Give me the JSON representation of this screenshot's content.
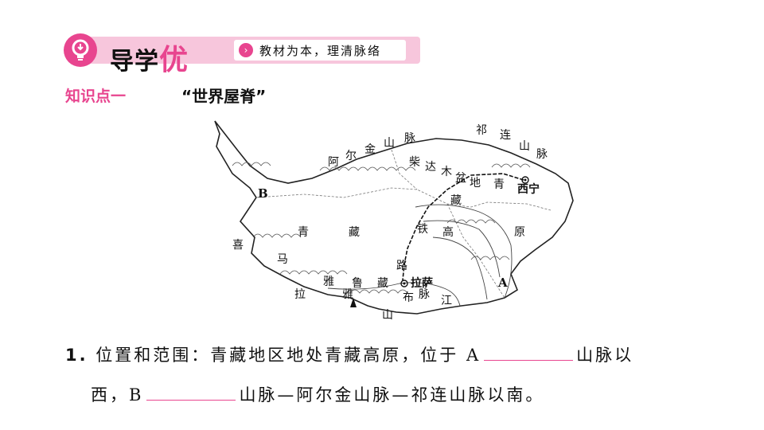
{
  "header": {
    "title_main": "导学",
    "title_accent": "优",
    "motto": "教材为本，理清脉络",
    "arrow_glyph": "›",
    "bulb_glyph": "💡"
  },
  "section": {
    "label": "知识点一",
    "title": "“世界屋脊”"
  },
  "map_labels": {
    "altun": [
      "阿",
      "尔",
      "金",
      "山",
      "脉"
    ],
    "qilian": [
      "祁",
      "连",
      "山",
      "脉"
    ],
    "qaidam": [
      "柴",
      "达",
      "木",
      "盆",
      "地"
    ],
    "qing_small": "青",
    "zang_small": "藏",
    "plateau": [
      "青",
      "藏",
      "高",
      "原"
    ],
    "railway": [
      "铁",
      "路"
    ],
    "himalaya": [
      "喜",
      "马",
      "拉",
      "雅",
      "山"
    ],
    "yarlung": [
      "雅",
      "鲁",
      "藏",
      "布",
      "江"
    ],
    "xining": "西宁",
    "lhasa": "拉萨",
    "point_a": "A",
    "point_b": "B",
    "mai": "脉"
  },
  "question": {
    "number": "1.",
    "line1_prefix": "位置和范围：青藏地区地处青藏高原，位于",
    "letter_a": "A",
    "line1_suffix": "山脉以",
    "line2_prefix": "西，",
    "letter_b": "B",
    "line2_suffix": "山脉—阿尔金山脉—祁连山脉以南。"
  },
  "colors": {
    "accent": "#e8458f",
    "band": "#f7c6dc"
  }
}
